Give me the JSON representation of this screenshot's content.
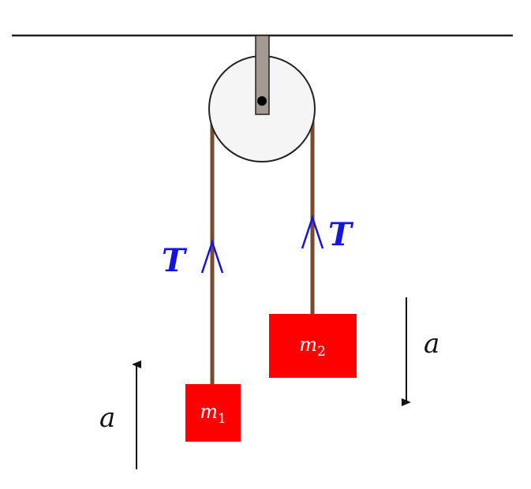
{
  "colors": {
    "ceiling": "#222222",
    "pulley_fill": "#f5f5f5",
    "pulley_stroke": "#222222",
    "bracket_fill": "#a49a92",
    "rope": "#7a4a2a",
    "mass": "#ff0000",
    "tension": "#1414e0",
    "acceleration": "#111111",
    "mass_text": "#ffffff"
  },
  "labels": {
    "tension_left": "T",
    "tension_right": "T",
    "accel_left": "a",
    "accel_right": "a",
    "mass1": {
      "symbol": "m",
      "subscript": "1"
    },
    "mass2": {
      "symbol": "m",
      "subscript": "2"
    }
  },
  "icons": {
    "tension_arrow": "open-chevron-up-arrow",
    "accel_up": "arrow-up",
    "accel_down": "arrow-down"
  }
}
